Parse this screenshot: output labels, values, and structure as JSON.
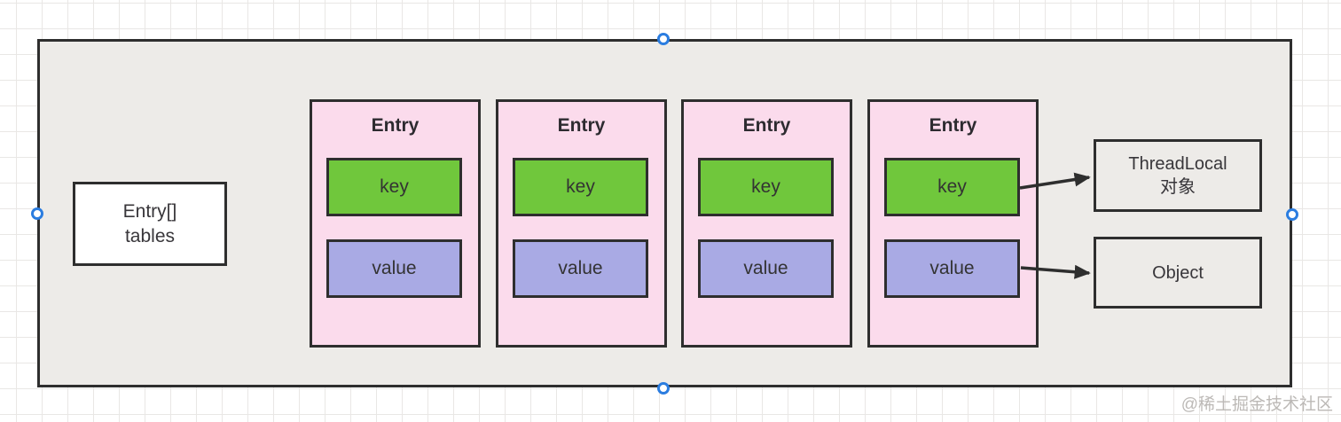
{
  "diagram": {
    "array_box": {
      "line1": "Entry[]",
      "line2": "tables"
    },
    "entries": [
      {
        "title": "Entry",
        "key": "key",
        "value": "value"
      },
      {
        "title": "Entry",
        "key": "key",
        "value": "value"
      },
      {
        "title": "Entry",
        "key": "key",
        "value": "value"
      },
      {
        "title": "Entry",
        "key": "key",
        "value": "value"
      }
    ],
    "threadlocal_box": {
      "line1": "ThreadLocal",
      "line2": "对象"
    },
    "object_box": {
      "label": "Object"
    },
    "colors": {
      "entry_fill": "#fbdbec",
      "key_fill": "#70c73c",
      "value_fill": "#a9aae4",
      "container_fill": "#edebe8",
      "border": "#2e2e2e",
      "handle_blue": "#2b7de0",
      "grid_line": "#e9e7e5"
    }
  },
  "watermark": "@稀土掘金技术社区"
}
